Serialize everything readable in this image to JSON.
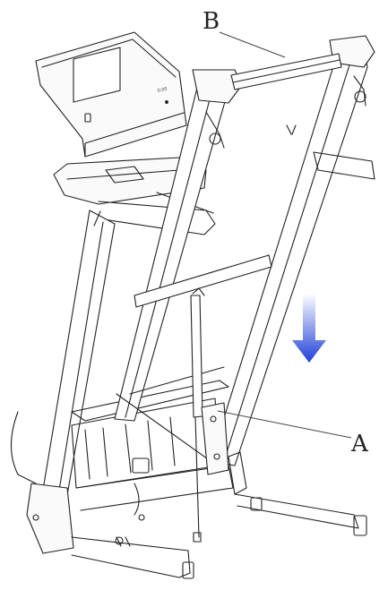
{
  "diagram": {
    "callouts": [
      {
        "id": "B",
        "text": "B"
      },
      {
        "id": "A",
        "text": "A"
      }
    ],
    "console_display_text": "0:00",
    "arrow_color": "#1f3fd8",
    "arrow_gradient_top": "#ffffff",
    "line_color": "#222222"
  }
}
